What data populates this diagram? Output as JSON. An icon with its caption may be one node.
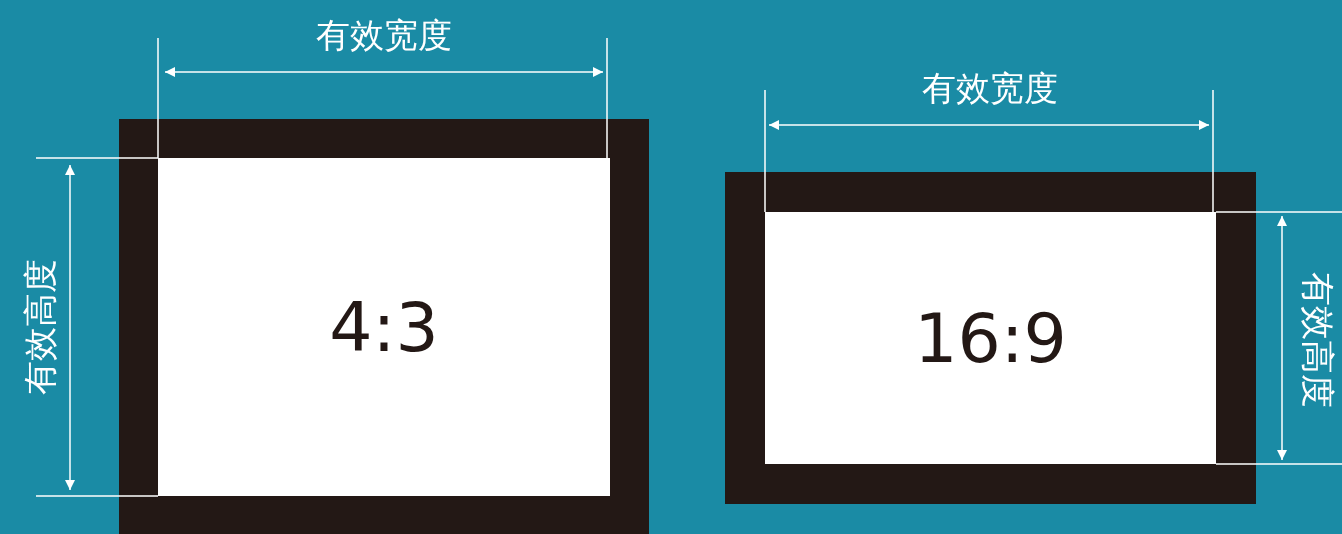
{
  "diagram": {
    "nodes": [
      {
        "text": [
          "4:3"
        ]
      },
      {
        "text": [
          "16:9"
        ]
      }
    ],
    "labels": [
      "有效宽度",
      "有效高度",
      "有效宽度",
      "有效高度"
    ]
  }
}
